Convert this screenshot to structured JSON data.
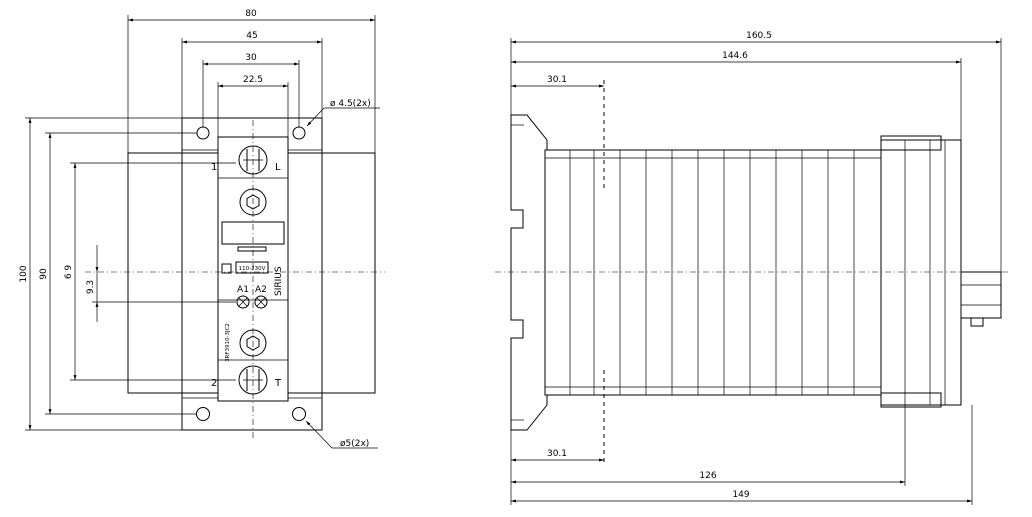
{
  "front_view": {
    "dimensions": {
      "width_overall": "80",
      "hole_spacing": "45",
      "terminal_block_width": "30",
      "screw_spacing": "22.5",
      "height_overall": "100",
      "height_90": "90",
      "height_69": "6 9",
      "height_9_3": "9.3"
    },
    "callouts": {
      "top_holes": "ø 4.5(2x)",
      "bottom_holes": "ø5(2x)"
    },
    "labels": {
      "terminal_1": "1",
      "terminal_L": "L",
      "terminal_2": "2",
      "terminal_T": "T",
      "control_a1": "A1",
      "control_a2": "A2",
      "brand": "SIRIUS",
      "part_number": "3RF3910-3JC2",
      "voltage_rating": "110-230V"
    }
  },
  "side_view": {
    "dimensions": {
      "depth_overall": "160.5",
      "depth_144_6": "144.6",
      "rail_offset_top": "30.1",
      "rail_offset_bottom": "30.1",
      "depth_126": "126",
      "depth_149": "149"
    }
  }
}
